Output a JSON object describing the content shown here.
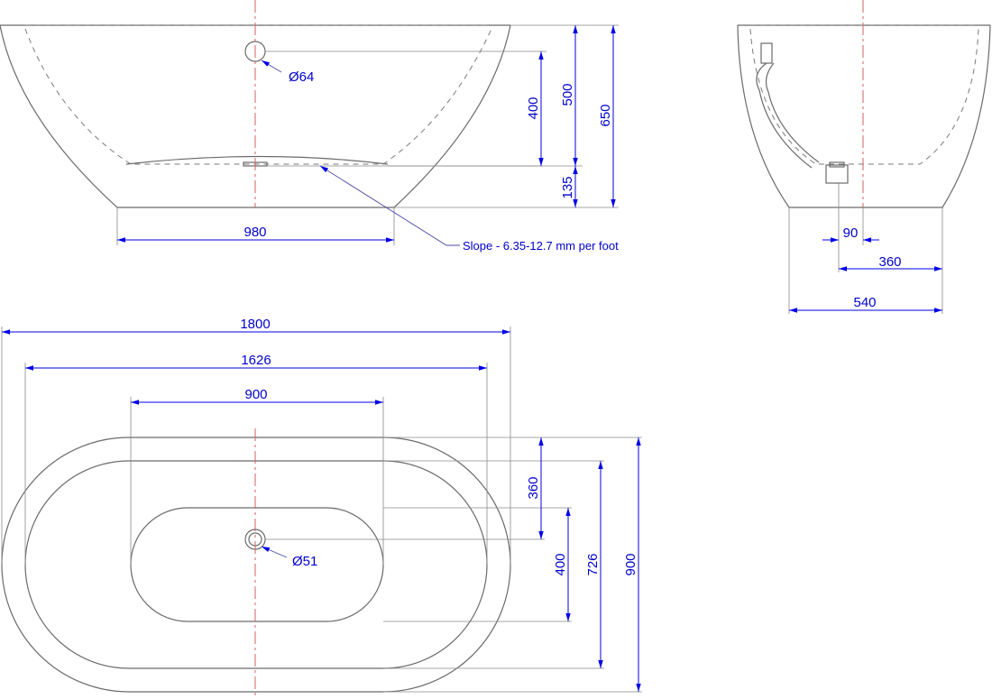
{
  "drawing": {
    "front_view": {
      "overflow_diameter": "Ø64",
      "depth_to_overflow": "400",
      "inner_depth": "500",
      "overall_height": "650",
      "base_height": "135",
      "base_length": "980",
      "slope_note": "Slope - 6.35-12.7 mm per foot"
    },
    "side_view": {
      "waste_offset": "90",
      "waste_to_edge": "360",
      "base_width": "540"
    },
    "plan_view": {
      "overall_length": "1800",
      "inner_length": "1626",
      "floor_length": "900",
      "waste_diameter": "Ø51",
      "waste_to_floor_edge": "360",
      "floor_width": "400",
      "inner_width": "726",
      "overall_width": "900"
    }
  },
  "colors": {
    "dimension": "#0000e6",
    "outline": "#6b6b6b",
    "centerline": "#d06060"
  }
}
